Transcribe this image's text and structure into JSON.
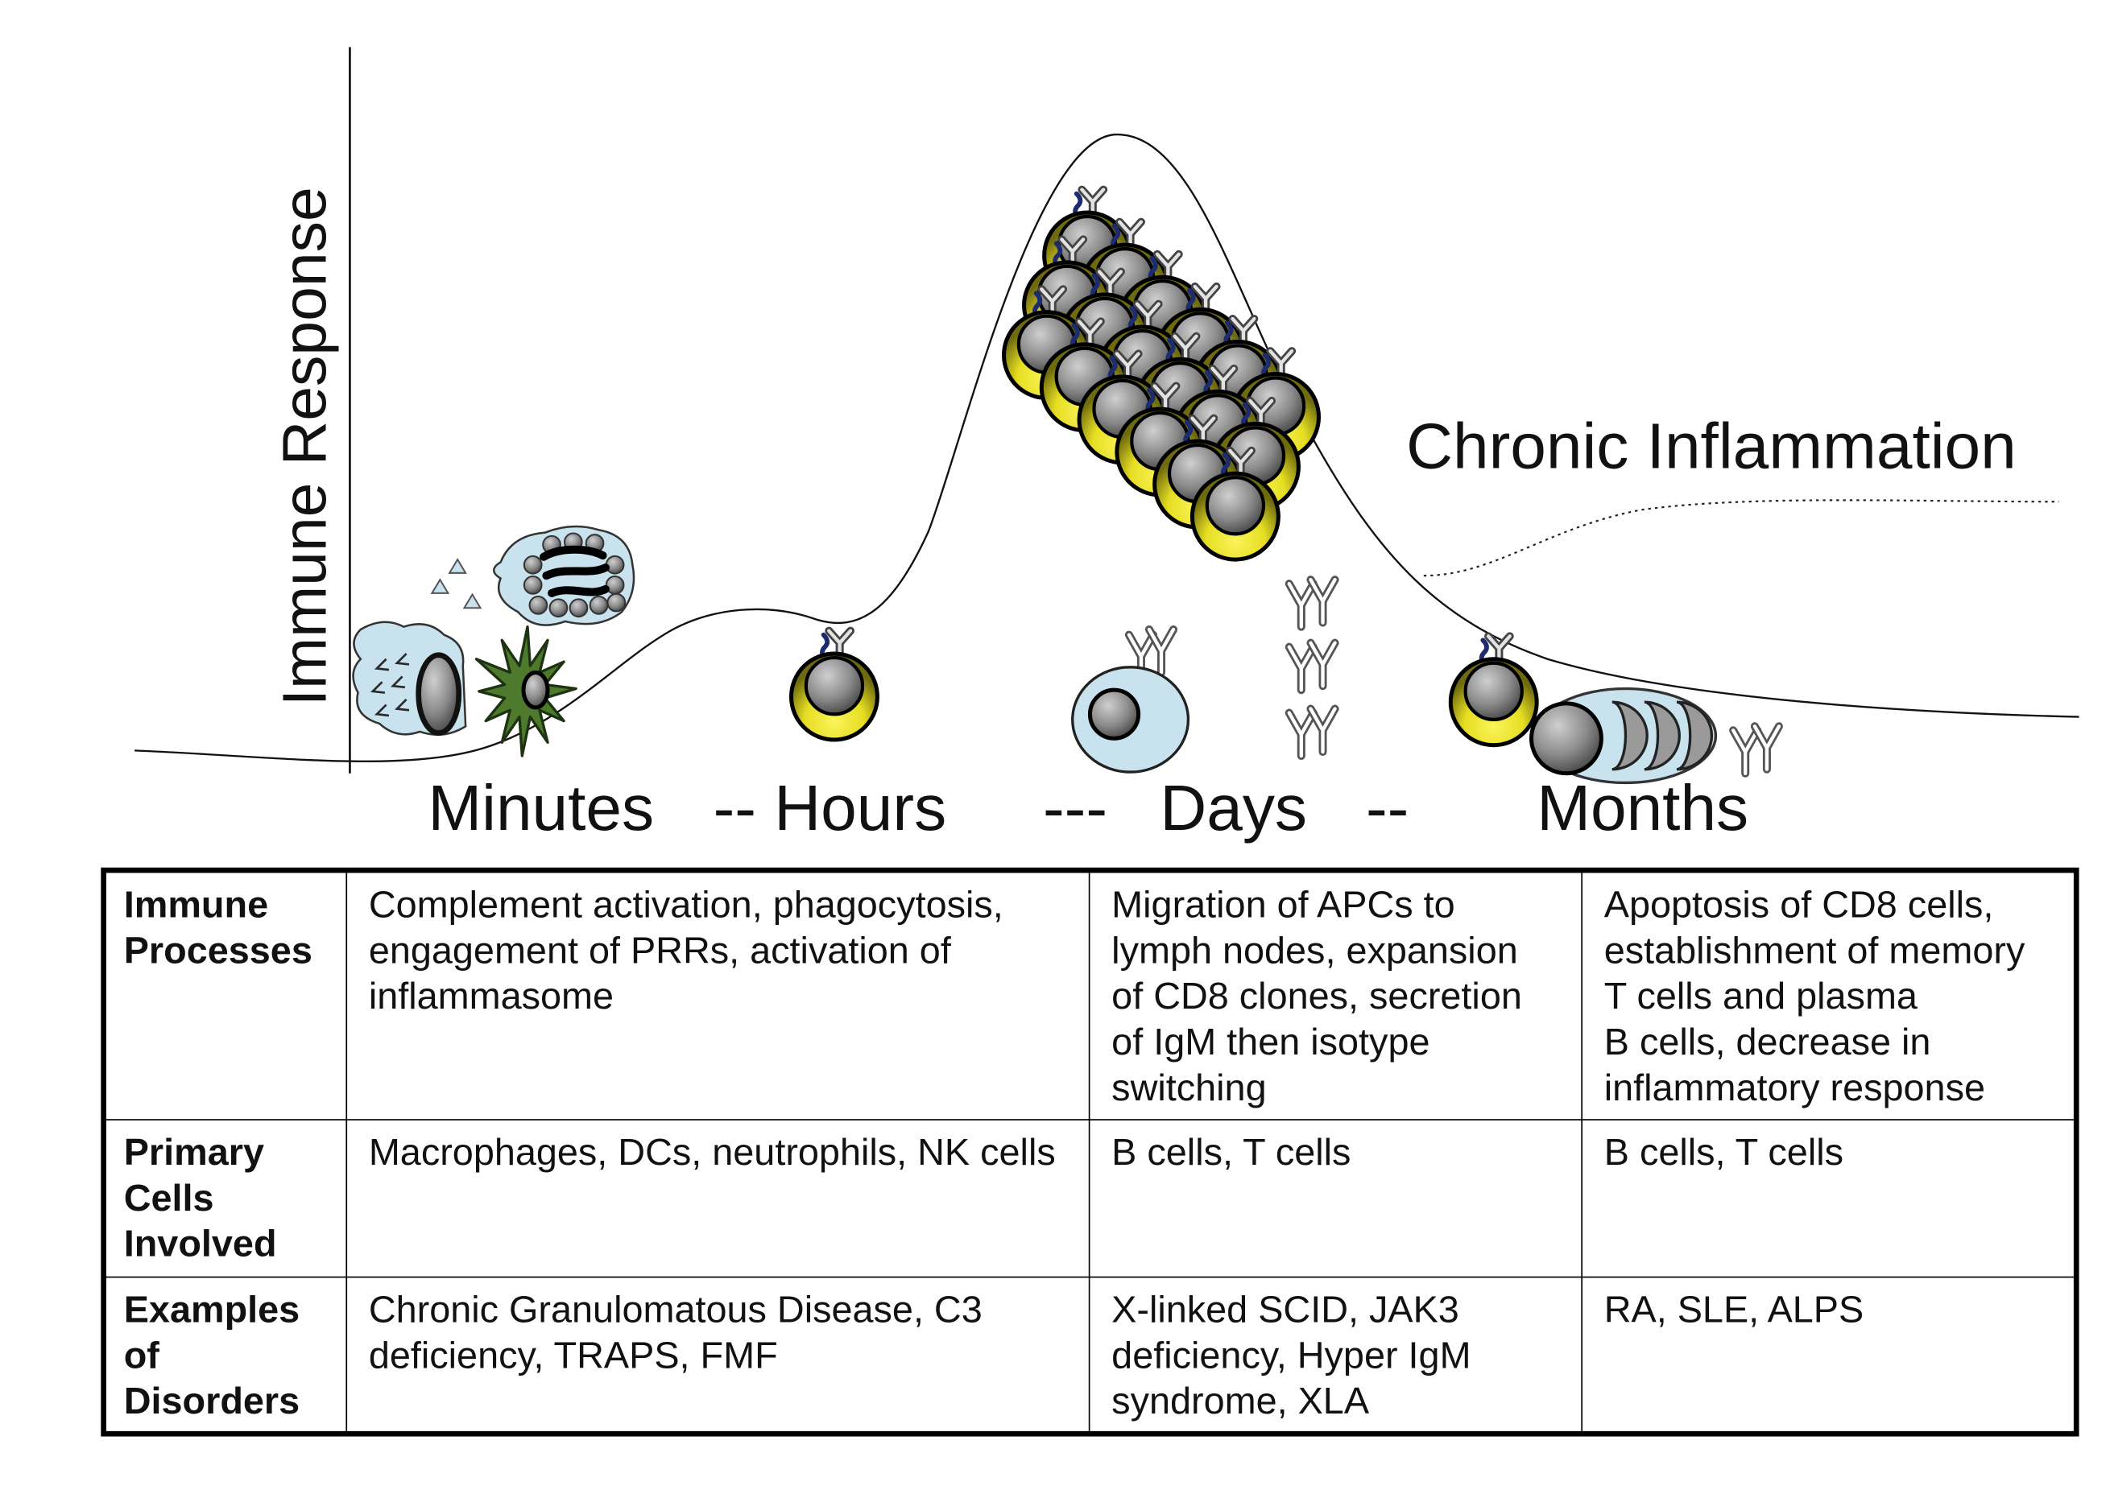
{
  "figure": {
    "y_axis_label": "Immune Response",
    "time_labels": [
      "Minutes",
      "-- Hours",
      "---",
      "Days",
      "--",
      "Months"
    ],
    "curve_label": "Chronic Inflammation"
  },
  "table": {
    "rows": [
      {
        "header": "Immune Processes",
        "cells": [
          "Complement activation, phagocytosis,\nengagement of PRRs, activation of\ninflammasome",
          "Migration of APCs to\nlymph nodes, expansion\nof CD8 clones, secretion\nof IgM then isotype\nswitching",
          "Apoptosis of CD8 cells,\nestablishment of memory\nT cells and plasma\nB cells, decrease in\ninflammatory response"
        ]
      },
      {
        "header": "Primary Cells Involved",
        "cells": [
          "Macrophages, DCs, neutrophils, NK cells",
          "B cells, T cells",
          "B cells, T cells"
        ]
      },
      {
        "header": "Examples of Disorders",
        "cells": [
          "Chronic Granulomatous Disease, C3\ndeficiency, TRAPS, FMF",
          "X-linked SCID, JAK3\ndeficiency, Hyper IgM\nsyndrome, XLA",
          "RA, SLE, ALPS"
        ]
      }
    ]
  },
  "colors": {
    "cell_blue": "#c8e3ee",
    "cell_yellow": "#e6de22",
    "cell_green": "#4d7a2c",
    "nucleus_grey": "#8a8a8a"
  }
}
